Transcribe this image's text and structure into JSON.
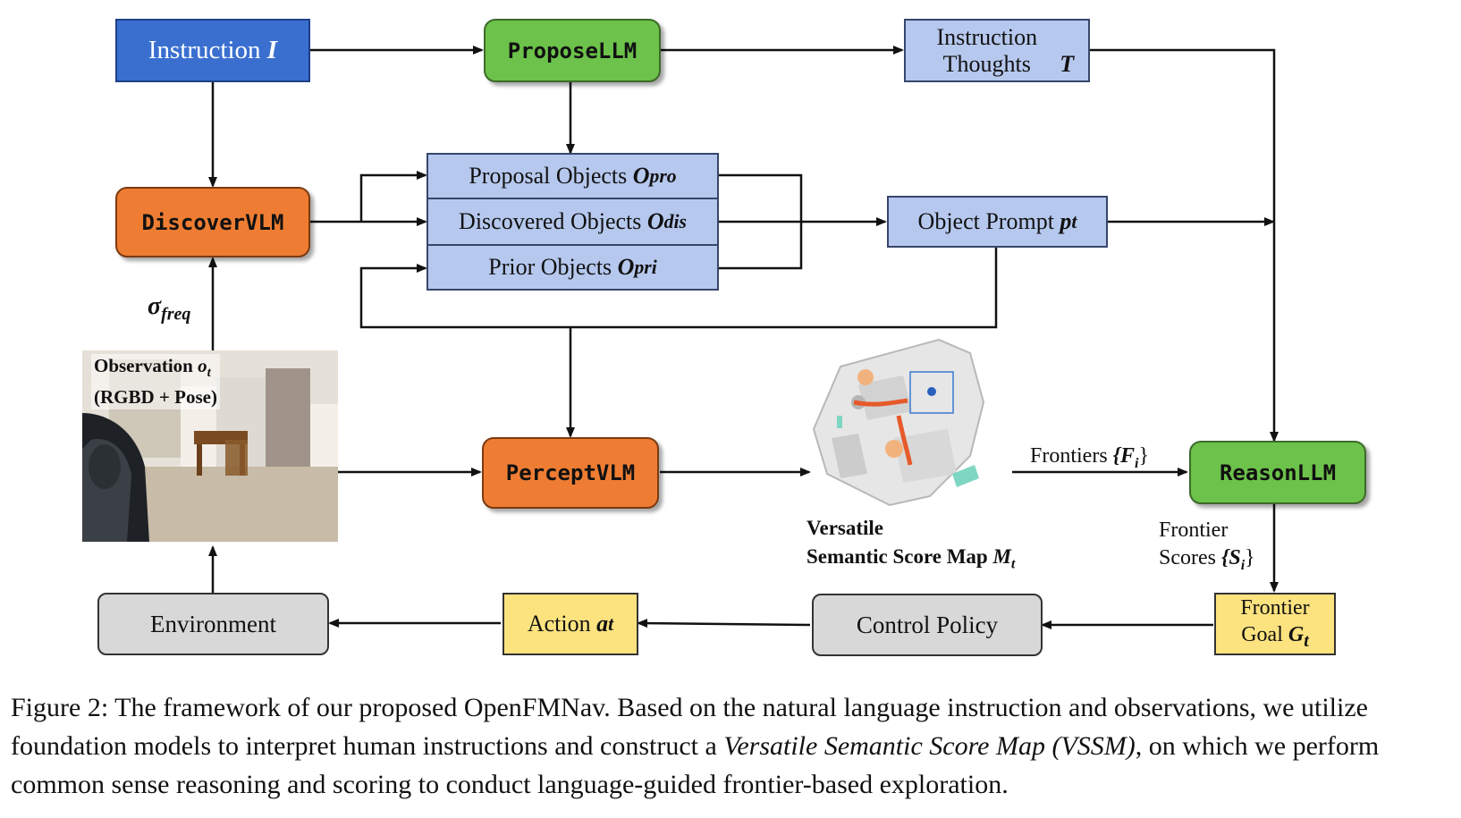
{
  "nodes": {
    "instruction": "Instruction",
    "instruction_sym": "I",
    "propose_llm": "ProposeLLM",
    "instruction_thoughts": "Instruction Thoughts",
    "thoughts_sym": "T",
    "discover_vlm": "DiscoverVLM",
    "proposal_objects": "Proposal Objects",
    "proposal_sym": "O",
    "proposal_sub": "pro",
    "discovered_objects": "Discovered Objects",
    "discovered_sym": "O",
    "discovered_sub": "dis",
    "prior_objects": "Prior Objects",
    "prior_sym": "O",
    "prior_sub": "pri",
    "object_prompt": "Object Prompt",
    "object_prompt_sym": "p",
    "object_prompt_sub": "t",
    "percept_vlm": "PerceptVLM",
    "reason_llm": "ReasonLLM",
    "environment": "Environment",
    "action": "Action",
    "action_sym": "a",
    "action_sub": "t",
    "control_policy": "Control Policy",
    "frontier_goal_line1": "Frontier",
    "frontier_goal_line2": "Goal",
    "frontier_goal_sym": "G",
    "frontier_goal_sub": "t"
  },
  "labels": {
    "sigma": "σ",
    "sigma_sub": "freq",
    "observation_line1": "Observation",
    "observation_sym": "o",
    "observation_sub": "t",
    "observation_line2": "(RGBD + Pose)",
    "vssm_line1": "Versatile",
    "vssm_line2": "Semantic Score Map",
    "vssm_sym": "M",
    "vssm_sub": "t",
    "frontiers": "Frontiers",
    "frontiers_sym": "{F",
    "frontiers_sub": "i",
    "frontiers_close": "}",
    "scores_line1": "Frontier",
    "scores_line2": "Scores",
    "scores_sym": "{S",
    "scores_sub": "i",
    "scores_close": "}"
  },
  "caption": {
    "part1": "Figure 2: The framework of our proposed OpenFMNav. Based on the natural language instruction and observations, we utilize foundation models to interpret human instructions and construct a ",
    "italic": "Versatile Semantic Score Map (VSSM)",
    "part2": ", on which we perform common sense reasoning and scoring to conduct language-guided frontier-based exploration."
  }
}
